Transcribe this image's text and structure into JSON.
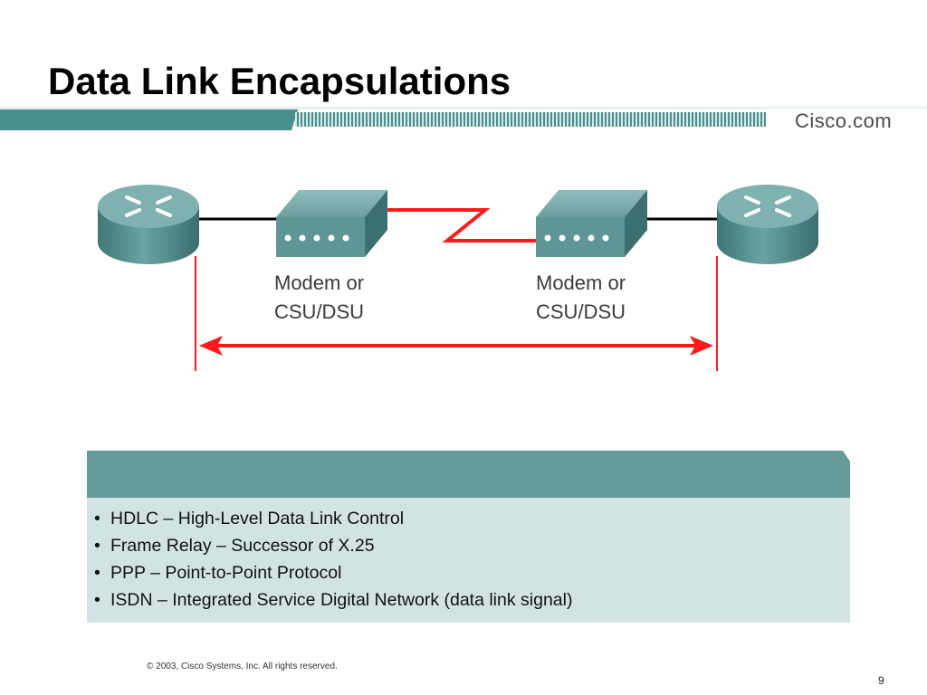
{
  "slide": {
    "title": "Data Link Encapsulations",
    "brand": "Cisco.com",
    "page_number": "9",
    "copyright": "© 2003, Cisco Systems, Inc. All rights reserved."
  },
  "diagram": {
    "devices": [
      {
        "type": "router",
        "icon": "router-icon"
      },
      {
        "type": "modem",
        "icon": "modem-icon",
        "label_line1": "Modem or",
        "label_line2": "CSU/DSU"
      },
      {
        "type": "modem",
        "icon": "modem-icon",
        "label_line1": "Modem or",
        "label_line2": "CSU/DSU"
      },
      {
        "type": "router",
        "icon": "router-icon"
      }
    ],
    "colors": {
      "wan_link": "#ff1a1a",
      "lan_link": "#000000",
      "device_teal": "#5f9595",
      "header_teal": "#669999",
      "box_bg": "#d2e3e3"
    }
  },
  "encapsulations": {
    "items": [
      "HDLC – High-Level Data Link Control",
      "Frame Relay – Successor of X.25",
      "PPP – Point-to-Point Protocol",
      "ISDN – Integrated Service Digital Network (data link signal)"
    ]
  }
}
